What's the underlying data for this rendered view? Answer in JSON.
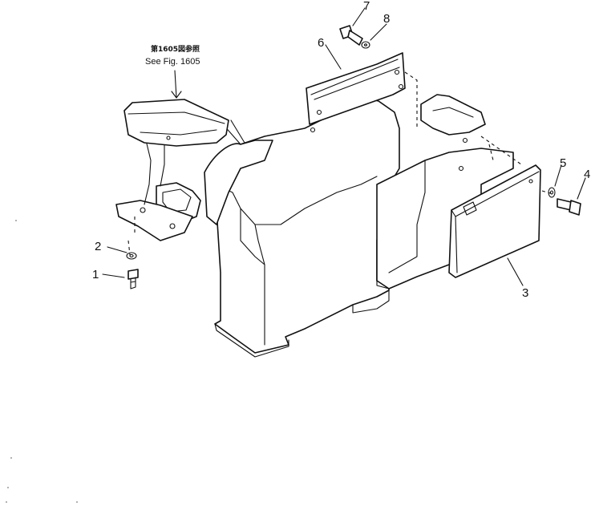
{
  "callouts": [
    {
      "id": "c1",
      "text": "1"
    },
    {
      "id": "c2",
      "text": "2"
    },
    {
      "id": "c3",
      "text": "3"
    },
    {
      "id": "c4",
      "text": "4"
    },
    {
      "id": "c5",
      "text": "5"
    },
    {
      "id": "c6",
      "text": "6"
    },
    {
      "id": "c7",
      "text": "7"
    },
    {
      "id": "c8",
      "text": "8"
    }
  ],
  "reference": {
    "japanese": "第1605図参照",
    "english": "See Fig. 1605"
  }
}
